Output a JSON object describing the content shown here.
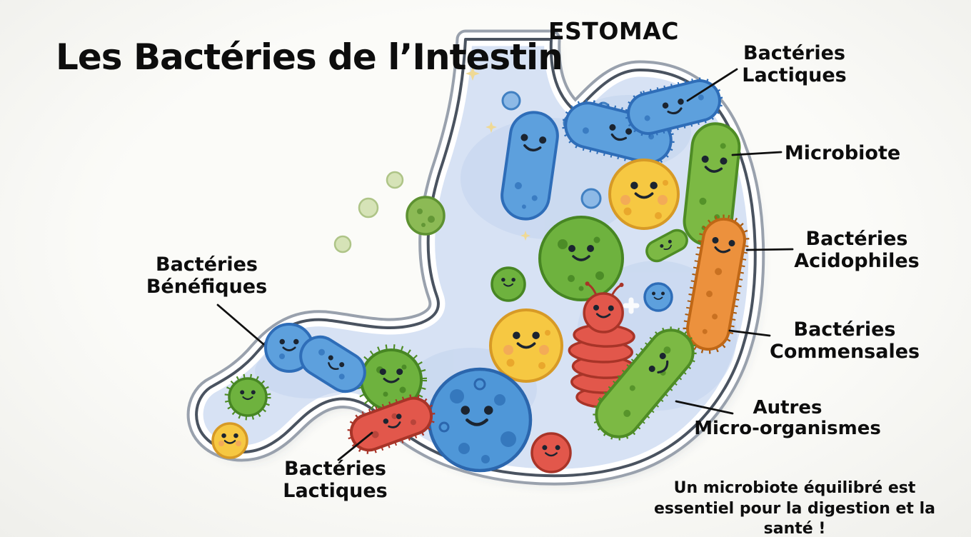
{
  "page": {
    "background": "#f7f7f4"
  },
  "title": {
    "line1": "Les Bactéries",
    "line2": "de l’Intestin"
  },
  "diagram": {
    "organ_label": "ESTOMAC",
    "annotations": {
      "lactiques_top": {
        "line1": "Bactéries",
        "line2": "Lactiques"
      },
      "microbiote": {
        "label": "Microbiote"
      },
      "acidophiles": {
        "line1": "Bactéries",
        "line2": "Acidophiles"
      },
      "commensales": {
        "line1": "Bactéries",
        "line2": "Commensales"
      },
      "autres": {
        "line1": "Autres",
        "line2": "Micro-organismes"
      },
      "benefiques": {
        "line1": "Bactéries",
        "line2": "Bénéfiques"
      },
      "lactiques_bottom": {
        "line1": "Bactéries",
        "line2": "Lactiques"
      }
    },
    "footnote": {
      "line1": "Un microbiote équilibré est essentiel",
      "line2": "pour la digestion et la santé !"
    },
    "colors": {
      "stomach_fill": "#d7e2f4",
      "stomach_outline": "#4a5360",
      "stomach_outer_band": "#99a1ad",
      "bacteria_blue": "#5da0dd",
      "bacteria_green": "#6eb23e",
      "bacteria_yellow": "#f6c842",
      "bacteria_orange": "#ec913d",
      "bacteria_red": "#e2574b",
      "text": "#0d0d0d"
    },
    "organisms": [
      {
        "icon": "blue-rod-bacterium-icon",
        "color": "#5da0dd"
      },
      {
        "icon": "green-rod-bacterium-icon",
        "color": "#6eb23e"
      },
      {
        "icon": "yellow-coccus-icon",
        "color": "#f6c842"
      },
      {
        "icon": "orange-ciliated-bacillus-icon",
        "color": "#ec913d"
      },
      {
        "icon": "red-segmented-microbe-icon",
        "color": "#e2574b"
      },
      {
        "icon": "blue-spotted-sphere-icon",
        "color": "#4f97d8"
      },
      {
        "icon": "green-spiky-coccus-icon",
        "color": "#6eb23e"
      }
    ]
  }
}
